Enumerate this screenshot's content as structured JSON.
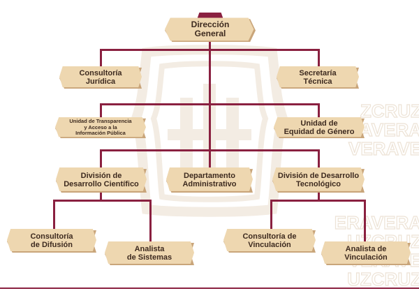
{
  "colors": {
    "node_fill": "#eed7b0",
    "node_shadow": "#c9a57a",
    "accent": "#8a2040",
    "text": "#3d2a1f",
    "watermark": "#f3ece3"
  },
  "watermark": {
    "text_rows": [
      "ZCRUZ",
      "CRAVERA",
      "VERAVE",
      "ERAVERA",
      "UZCRUZ",
      "VERAVE",
      "UZCRUZ"
    ]
  },
  "org_chart": {
    "direccion_general": "Dirección\nGeneral",
    "consultoria_juridica": "Consultoría\nJurídica",
    "secretaria_tecnica": "Secretaría\nTécnica",
    "unidad_transparencia": "Unidad de Transparencia\ny Acceso a la\nInformación Pública",
    "unidad_equidad": "Unidad de\nEquidad de Género",
    "division_cientifico": "División de\nDesarrollo Científico",
    "departamento_administrativo": "Departamento\nAdministrativo",
    "division_tecnologico": "División de Desarrollo\nTecnológico",
    "consultoria_difusion": "Consultoría\nde Difusión",
    "analista_sistemas": "Analista\nde Sistemas",
    "consultoria_vinculacion": "Consultoría de\nVinculación",
    "analista_vinculacion": "Analista de\nVinculación"
  }
}
